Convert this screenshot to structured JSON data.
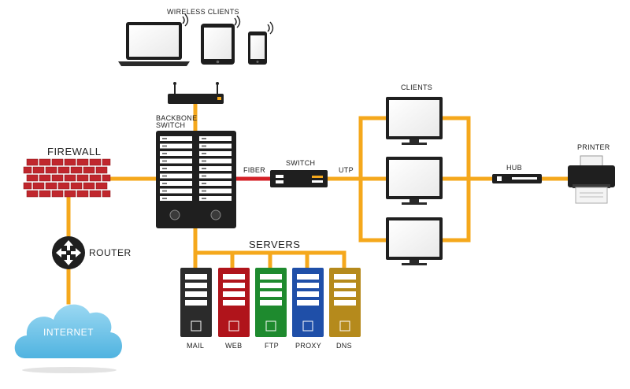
{
  "labels": {
    "wireless_clients": "WIRELESS CLIENTS",
    "wireless": "WIRELESS",
    "backbone_switch_line1": "BACKBONE",
    "backbone_switch_line2": "SWITCH",
    "firewall": "FIREWALL",
    "router": "ROUTER",
    "internet": "INTERNET",
    "fiber": "FIBER",
    "switch": "SWITCH",
    "utp": "UTP",
    "clients": "CLIENTS",
    "hub": "HUB",
    "printer": "PRINTER",
    "servers": "SERVERS"
  },
  "servers": [
    {
      "label": "MAIL",
      "color": "#2b2b2b"
    },
    {
      "label": "WEB",
      "color": "#b0141b"
    },
    {
      "label": "FTP",
      "color": "#1e8a2e"
    },
    {
      "label": "PROXY",
      "color": "#1f4fa8"
    },
    {
      "label": "DNS",
      "color": "#b58a1c"
    }
  ],
  "colors": {
    "link": "#f5a81c",
    "fiber": "#d42127",
    "device": "#222222",
    "firewall": "#c0272d",
    "cloud": "#6fc3e8"
  }
}
